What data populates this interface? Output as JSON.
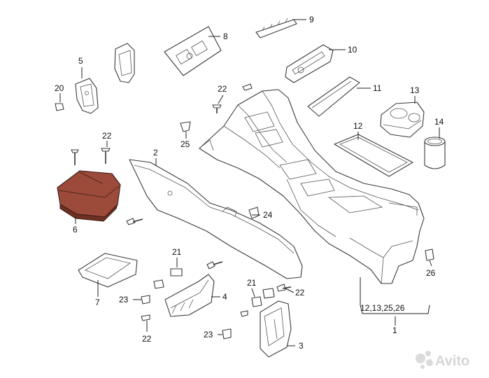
{
  "diagram": {
    "callouts": {
      "c1": "1",
      "c2": "2",
      "c3": "3",
      "c4": "4",
      "c5": "5",
      "c6": "6",
      "c7": "7",
      "c8": "8",
      "c9": "9",
      "c10": "10",
      "c11": "11",
      "c12": "12",
      "c13": "13",
      "c14": "14",
      "c20": "20",
      "c21a": "21",
      "c21b": "21",
      "c22a": "22",
      "c22b": "22",
      "c22c": "22",
      "c22d": "22",
      "c23a": "23",
      "c23b": "23",
      "c24": "24",
      "c25": "25",
      "c26": "26",
      "group": "12,13,25,26"
    },
    "highlight_color": "#9c4a3a",
    "watermark": {
      "logo_text": "Avito",
      "icon": "avito-dots-logo"
    }
  }
}
